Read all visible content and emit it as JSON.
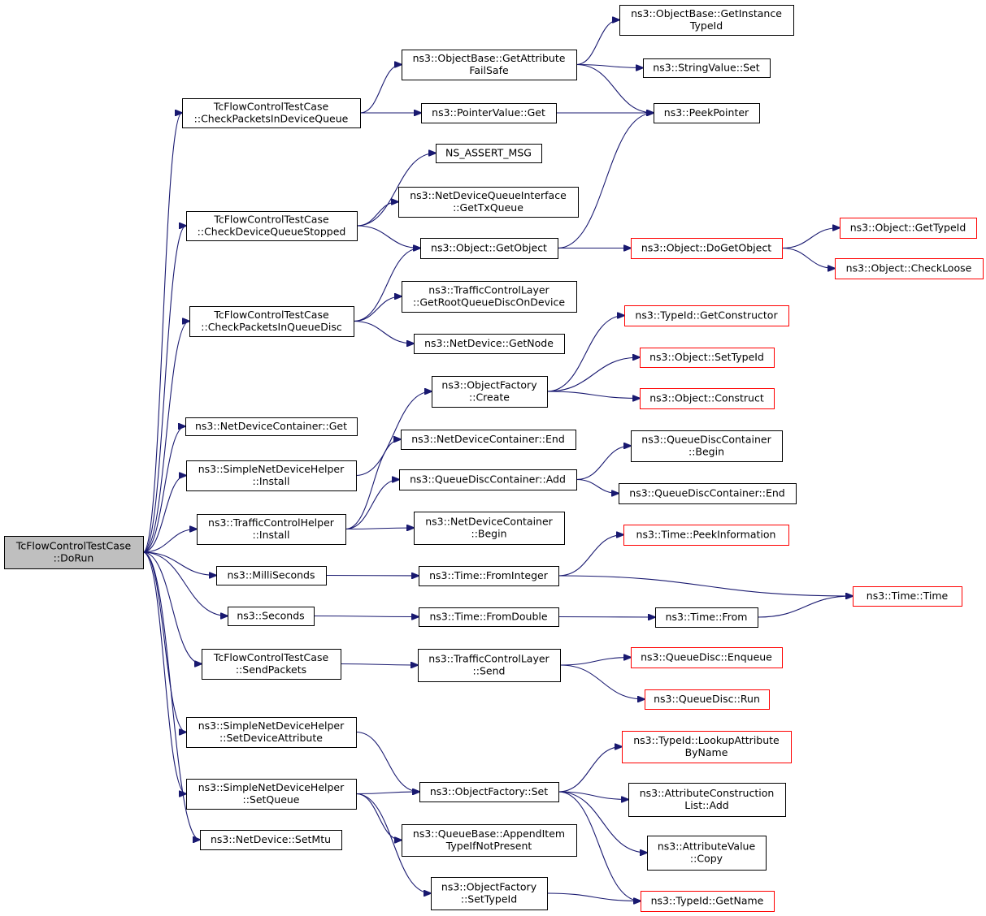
{
  "nodes": [
    {
      "id": "root",
      "lines": [
        "TcFlowControlTestCase",
        "::DoRun"
      ],
      "style": "root"
    },
    {
      "id": "check_pkts_dev_q",
      "lines": [
        "TcFlowControlTestCase",
        "::CheckPacketsInDeviceQueue"
      ],
      "style": "normal"
    },
    {
      "id": "check_dev_q_stopped",
      "lines": [
        "TcFlowControlTestCase",
        "::CheckDeviceQueueStopped"
      ],
      "style": "normal"
    },
    {
      "id": "check_pkts_qdisc",
      "lines": [
        "TcFlowControlTestCase",
        "::CheckPacketsInQueueDisc"
      ],
      "style": "normal"
    },
    {
      "id": "ndc_get",
      "lines": [
        "ns3::NetDeviceContainer::Get"
      ],
      "style": "normal"
    },
    {
      "id": "sndh_install",
      "lines": [
        "ns3::SimpleNetDeviceHelper",
        "::Install"
      ],
      "style": "normal"
    },
    {
      "id": "tch_install",
      "lines": [
        "ns3::TrafficControlHelper",
        "::Install"
      ],
      "style": "normal"
    },
    {
      "id": "milliseconds",
      "lines": [
        "ns3::MilliSeconds"
      ],
      "style": "normal"
    },
    {
      "id": "seconds",
      "lines": [
        "ns3::Seconds"
      ],
      "style": "normal"
    },
    {
      "id": "send_packets",
      "lines": [
        "TcFlowControlTestCase",
        "::SendPackets"
      ],
      "style": "normal"
    },
    {
      "id": "sndh_set_dev_attr",
      "lines": [
        "ns3::SimpleNetDeviceHelper",
        "::SetDeviceAttribute"
      ],
      "style": "normal"
    },
    {
      "id": "sndh_set_queue",
      "lines": [
        "ns3::SimpleNetDeviceHelper",
        "::SetQueue"
      ],
      "style": "normal"
    },
    {
      "id": "nd_set_mtu",
      "lines": [
        "ns3::NetDevice::SetMtu"
      ],
      "style": "normal"
    },
    {
      "id": "ob_get_attr_failsafe",
      "lines": [
        "ns3::ObjectBase::GetAttribute",
        "FailSafe"
      ],
      "style": "normal"
    },
    {
      "id": "ptr_value_get",
      "lines": [
        "ns3::PointerValue::Get"
      ],
      "style": "normal"
    },
    {
      "id": "ob_get_instance_typeid",
      "lines": [
        "ns3::ObjectBase::GetInstance",
        "TypeId"
      ],
      "style": "normal"
    },
    {
      "id": "string_value_set",
      "lines": [
        "ns3::StringValue::Set"
      ],
      "style": "normal"
    },
    {
      "id": "peek_pointer",
      "lines": [
        "ns3::PeekPointer"
      ],
      "style": "normal"
    },
    {
      "id": "ns_assert_msg",
      "lines": [
        "NS_ASSERT_MSG"
      ],
      "style": "normal"
    },
    {
      "id": "ndqi_get_tx_queue",
      "lines": [
        "ns3::NetDeviceQueueInterface",
        "::GetTxQueue"
      ],
      "style": "normal"
    },
    {
      "id": "object_get_object",
      "lines": [
        "ns3::Object::GetObject"
      ],
      "style": "normal"
    },
    {
      "id": "object_do_get_object",
      "lines": [
        "ns3::Object::DoGetObject"
      ],
      "style": "red"
    },
    {
      "id": "object_get_typeid",
      "lines": [
        "ns3::Object::GetTypeId"
      ],
      "style": "red"
    },
    {
      "id": "object_check_loose",
      "lines": [
        "ns3::Object::CheckLoose"
      ],
      "style": "red"
    },
    {
      "id": "tcl_get_root_qdisc",
      "lines": [
        "ns3::TrafficControlLayer",
        "::GetRootQueueDiscOnDevice"
      ],
      "style": "normal"
    },
    {
      "id": "nd_get_node",
      "lines": [
        "ns3::NetDevice::GetNode"
      ],
      "style": "normal"
    },
    {
      "id": "typeid_get_constructor",
      "lines": [
        "ns3::TypeId::GetConstructor"
      ],
      "style": "red"
    },
    {
      "id": "object_set_typeid",
      "lines": [
        "ns3::Object::SetTypeId"
      ],
      "style": "red"
    },
    {
      "id": "of_create",
      "lines": [
        "ns3::ObjectFactory",
        "::Create"
      ],
      "style": "normal"
    },
    {
      "id": "object_construct",
      "lines": [
        "ns3::Object::Construct"
      ],
      "style": "red"
    },
    {
      "id": "ndc_end",
      "lines": [
        "ns3::NetDeviceContainer::End"
      ],
      "style": "normal"
    },
    {
      "id": "qdc_begin",
      "lines": [
        "ns3::QueueDiscContainer",
        "::Begin"
      ],
      "style": "normal"
    },
    {
      "id": "qdc_add",
      "lines": [
        "ns3::QueueDiscContainer::Add"
      ],
      "style": "normal"
    },
    {
      "id": "qdc_end",
      "lines": [
        "ns3::QueueDiscContainer::End"
      ],
      "style": "normal"
    },
    {
      "id": "ndc_begin",
      "lines": [
        "ns3::NetDeviceContainer",
        "::Begin"
      ],
      "style": "normal"
    },
    {
      "id": "time_peek_info",
      "lines": [
        "ns3::Time::PeekInformation"
      ],
      "style": "red"
    },
    {
      "id": "time_from_integer",
      "lines": [
        "ns3::Time::FromInteger"
      ],
      "style": "normal"
    },
    {
      "id": "time_time",
      "lines": [
        "ns3::Time::Time"
      ],
      "style": "red"
    },
    {
      "id": "time_from_double",
      "lines": [
        "ns3::Time::FromDouble"
      ],
      "style": "normal"
    },
    {
      "id": "time_from",
      "lines": [
        "ns3::Time::From"
      ],
      "style": "normal"
    },
    {
      "id": "tcl_send",
      "lines": [
        "ns3::TrafficControlLayer",
        "::Send"
      ],
      "style": "normal"
    },
    {
      "id": "qd_enqueue",
      "lines": [
        "ns3::QueueDisc::Enqueue"
      ],
      "style": "red"
    },
    {
      "id": "qd_run",
      "lines": [
        "ns3::QueueDisc::Run"
      ],
      "style": "red"
    },
    {
      "id": "typeid_lookup_attr",
      "lines": [
        "ns3::TypeId::LookupAttribute",
        "ByName"
      ],
      "style": "red"
    },
    {
      "id": "of_set",
      "lines": [
        "ns3::ObjectFactory::Set"
      ],
      "style": "normal"
    },
    {
      "id": "acl_add",
      "lines": [
        "ns3::AttributeConstruction",
        "List::Add"
      ],
      "style": "normal"
    },
    {
      "id": "av_copy",
      "lines": [
        "ns3::AttributeValue",
        "::Copy"
      ],
      "style": "normal"
    },
    {
      "id": "qb_append_item",
      "lines": [
        "ns3::QueueBase::AppendItem",
        "TypeIfNotPresent"
      ],
      "style": "normal"
    },
    {
      "id": "of_set_typeid",
      "lines": [
        "ns3::ObjectFactory",
        "::SetTypeId"
      ],
      "style": "normal"
    },
    {
      "id": "typeid_get_name",
      "lines": [
        "ns3::TypeId::GetName"
      ],
      "style": "red"
    }
  ],
  "edges": [
    [
      "root",
      "check_pkts_dev_q"
    ],
    [
      "root",
      "check_dev_q_stopped"
    ],
    [
      "root",
      "check_pkts_qdisc"
    ],
    [
      "root",
      "ndc_get"
    ],
    [
      "root",
      "sndh_install"
    ],
    [
      "root",
      "tch_install"
    ],
    [
      "root",
      "milliseconds"
    ],
    [
      "root",
      "seconds"
    ],
    [
      "root",
      "send_packets"
    ],
    [
      "root",
      "sndh_set_dev_attr"
    ],
    [
      "root",
      "sndh_set_queue"
    ],
    [
      "root",
      "nd_set_mtu"
    ],
    [
      "check_pkts_dev_q",
      "ob_get_attr_failsafe"
    ],
    [
      "check_pkts_dev_q",
      "ptr_value_get"
    ],
    [
      "ob_get_attr_failsafe",
      "ob_get_instance_typeid"
    ],
    [
      "ob_get_attr_failsafe",
      "string_value_set"
    ],
    [
      "ob_get_attr_failsafe",
      "peek_pointer"
    ],
    [
      "ptr_value_get",
      "peek_pointer"
    ],
    [
      "check_dev_q_stopped",
      "ns_assert_msg"
    ],
    [
      "check_dev_q_stopped",
      "ndqi_get_tx_queue"
    ],
    [
      "check_dev_q_stopped",
      "object_get_object"
    ],
    [
      "object_get_object",
      "peek_pointer"
    ],
    [
      "object_get_object",
      "object_do_get_object"
    ],
    [
      "object_do_get_object",
      "object_get_typeid"
    ],
    [
      "object_do_get_object",
      "object_check_loose"
    ],
    [
      "check_pkts_qdisc",
      "object_get_object"
    ],
    [
      "check_pkts_qdisc",
      "tcl_get_root_qdisc"
    ],
    [
      "check_pkts_qdisc",
      "nd_get_node"
    ],
    [
      "sndh_install",
      "of_create"
    ],
    [
      "of_create",
      "typeid_get_constructor"
    ],
    [
      "of_create",
      "object_set_typeid"
    ],
    [
      "of_create",
      "object_construct"
    ],
    [
      "tch_install",
      "ndc_end"
    ],
    [
      "tch_install",
      "qdc_add"
    ],
    [
      "tch_install",
      "ndc_begin"
    ],
    [
      "qdc_add",
      "qdc_begin"
    ],
    [
      "qdc_add",
      "qdc_end"
    ],
    [
      "milliseconds",
      "time_from_integer"
    ],
    [
      "time_from_integer",
      "time_peek_info"
    ],
    [
      "time_from_integer",
      "time_time"
    ],
    [
      "seconds",
      "time_from_double"
    ],
    [
      "time_from_double",
      "time_from"
    ],
    [
      "time_from",
      "time_time"
    ],
    [
      "send_packets",
      "tcl_send"
    ],
    [
      "tcl_send",
      "qd_enqueue"
    ],
    [
      "tcl_send",
      "qd_run"
    ],
    [
      "sndh_set_dev_attr",
      "of_set"
    ],
    [
      "sndh_set_queue",
      "of_set"
    ],
    [
      "sndh_set_queue",
      "qb_append_item"
    ],
    [
      "sndh_set_queue",
      "of_set_typeid"
    ],
    [
      "of_set",
      "typeid_lookup_attr"
    ],
    [
      "of_set",
      "acl_add"
    ],
    [
      "of_set",
      "av_copy"
    ],
    [
      "of_set",
      "typeid_get_name"
    ],
    [
      "of_set_typeid",
      "typeid_get_name"
    ]
  ]
}
